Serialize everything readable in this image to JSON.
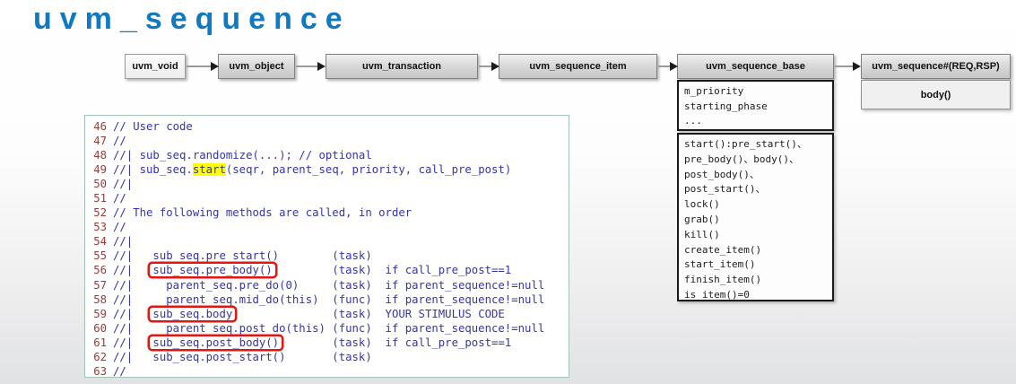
{
  "title": "uvm_sequence",
  "colors": {
    "title_blue": "#0f79c2",
    "code_text": "#3434ad",
    "line_numbers": "#a23a35",
    "highlight_yellow": "#ffff00",
    "annotation_red": "#e41710",
    "box_gray": "#d6d6d6"
  },
  "hierarchy": {
    "chain": [
      {
        "id": "uvm-void",
        "label": "uvm_void"
      },
      {
        "id": "uvm-object",
        "label": "uvm_object"
      },
      {
        "id": "uvm-transaction",
        "label": "uvm_transaction"
      },
      {
        "id": "uvm-sequence-item",
        "label": "uvm_sequence_item"
      },
      {
        "id": "uvm-sequence-base",
        "label": "uvm_sequence_base"
      },
      {
        "id": "uvm-sequence-req-rsp",
        "label": "uvm_sequence#(REQ,RSP)"
      }
    ],
    "sequence_base": {
      "attributes": [
        "m_priority",
        "starting_phase",
        "..."
      ],
      "methods": [
        "start():pre_start()、",
        "pre_body()、body()、",
        "post_body()、post_start()、",
        "lock()",
        "grab()",
        "kill()",
        "create_item()",
        "start_item()",
        "finish_item()",
        "is_item()=0",
        "..."
      ]
    },
    "sequence_detail": {
      "body_label": "body()"
    }
  },
  "code_panel": {
    "lines": [
      {
        "num": "46",
        "parts": [
          {
            "t": "// User code",
            "s": "p"
          }
        ]
      },
      {
        "num": "47",
        "parts": [
          {
            "t": "//",
            "s": "p"
          }
        ]
      },
      {
        "num": "48",
        "parts": [
          {
            "t": "//| sub_seq.randomize(...); // optional",
            "s": "p"
          }
        ]
      },
      {
        "num": "49",
        "parts": [
          {
            "t": "//| sub_seq.",
            "s": "p"
          },
          {
            "t": "start",
            "s": "hl"
          },
          {
            "t": "(seqr, parent_seq, priority, call_pre_post)",
            "s": "p"
          }
        ]
      },
      {
        "num": "50",
        "parts": [
          {
            "t": "//|",
            "s": "p"
          }
        ]
      },
      {
        "num": "51",
        "parts": [
          {
            "t": "//",
            "s": "p"
          }
        ]
      },
      {
        "num": "52",
        "parts": [
          {
            "t": "// The following methods are called, in order",
            "s": "p"
          }
        ]
      },
      {
        "num": "53",
        "parts": [
          {
            "t": "//",
            "s": "p"
          }
        ]
      },
      {
        "num": "54",
        "parts": [
          {
            "t": "//|",
            "s": "p"
          }
        ]
      },
      {
        "num": "55",
        "parts": [
          {
            "t": "//|   sub_seq.pre_start()        (task)",
            "s": "p"
          }
        ]
      },
      {
        "num": "56",
        "parts": [
          {
            "t": "//|   ",
            "s": "p"
          },
          {
            "t": "sub_seq.pre_body()",
            "s": "rb"
          },
          {
            "t": "         (task)  if call_pre_post==1",
            "s": "p"
          }
        ]
      },
      {
        "num": "57",
        "parts": [
          {
            "t": "//|     parent_seq.pre_do(0)     (task)  if parent_sequence!=null",
            "s": "p"
          }
        ]
      },
      {
        "num": "58",
        "parts": [
          {
            "t": "//|     parent_seq.mid_do(this)  (func)  if parent_sequence!=null",
            "s": "p"
          }
        ]
      },
      {
        "num": "59",
        "parts": [
          {
            "t": "//|   ",
            "s": "p"
          },
          {
            "t": "sub_seq.body",
            "s": "rb"
          },
          {
            "t": "               (task)  YOUR STIMULUS CODE",
            "s": "p"
          }
        ]
      },
      {
        "num": "60",
        "parts": [
          {
            "t": "//|     parent_seq.post_do(this) (func)  if parent_sequence!=null",
            "s": "p"
          }
        ]
      },
      {
        "num": "61",
        "parts": [
          {
            "t": "//|   ",
            "s": "p"
          },
          {
            "t": "sub_seq.post_body()",
            "s": "rb"
          },
          {
            "t": "        (task)  if call_pre_post==1",
            "s": "p"
          }
        ]
      },
      {
        "num": "62",
        "parts": [
          {
            "t": "//|   sub_seq.post_start()       (task)",
            "s": "p"
          }
        ]
      },
      {
        "num": "63",
        "parts": [
          {
            "t": "//",
            "s": "p"
          }
        ]
      }
    ]
  }
}
